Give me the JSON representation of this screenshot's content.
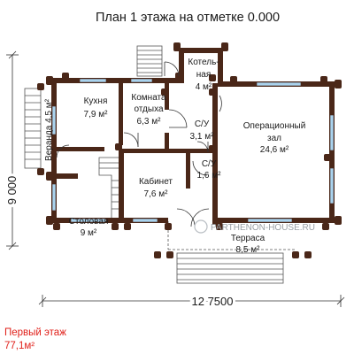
{
  "title": "План 1 этажа на отметке 0.000",
  "rooms": {
    "boiler": {
      "name_l1": "Котель-",
      "name_l2": "ная",
      "area": "4 м²"
    },
    "kitchen": {
      "name": "Кухня",
      "area": "7,9 м²"
    },
    "rest": {
      "name_l1": "Комната",
      "name_l2": "отдыха",
      "area": "6,3 м²"
    },
    "wc1": {
      "name": "С/У",
      "area": "3,1 м²"
    },
    "hall": {
      "name_l1": "Операционный",
      "name_l2": "зал",
      "area": "24,6 м²"
    },
    "veranda": {
      "name": "Веранда 4,5 м²"
    },
    "wc2": {
      "name": "С/У",
      "area": "1,6 м²"
    },
    "study": {
      "name": "Кабинет",
      "area": "7,6 м²"
    },
    "dining": {
      "name": "Столовая",
      "area": "9 м²"
    },
    "terrace": {
      "name": "Терраса",
      "area": "8,5 м²"
    }
  },
  "dimensions": {
    "width": "12 7500",
    "height": "9 000"
  },
  "floor": {
    "name": "Первый этаж",
    "area": "77,1м²"
  },
  "watermark": "PARTHENON-HOUSE.RU",
  "colors": {
    "wall": "#4a2718",
    "window": "#a9d3ee",
    "text": "#1a1a1a",
    "floor_label": "#e0201a",
    "dim_line": "#333333"
  }
}
